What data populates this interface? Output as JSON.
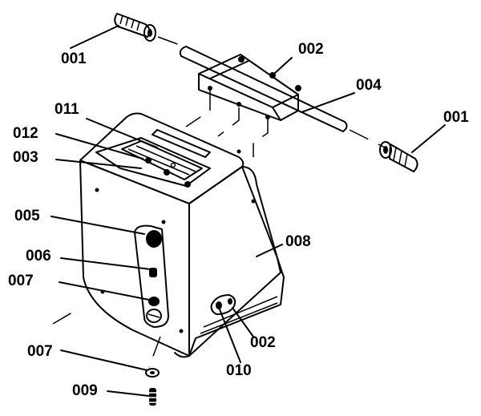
{
  "labels": {
    "p001_left": "001",
    "p001_right": "001",
    "p002_top": "002",
    "p002_bottom": "002",
    "p003": "003",
    "p004": "004",
    "p005": "005",
    "p006": "006",
    "p007_upper": "007",
    "p007_lower": "007",
    "p008": "008",
    "p009": "009",
    "p010": "010",
    "p011": "011",
    "p012": "012"
  }
}
